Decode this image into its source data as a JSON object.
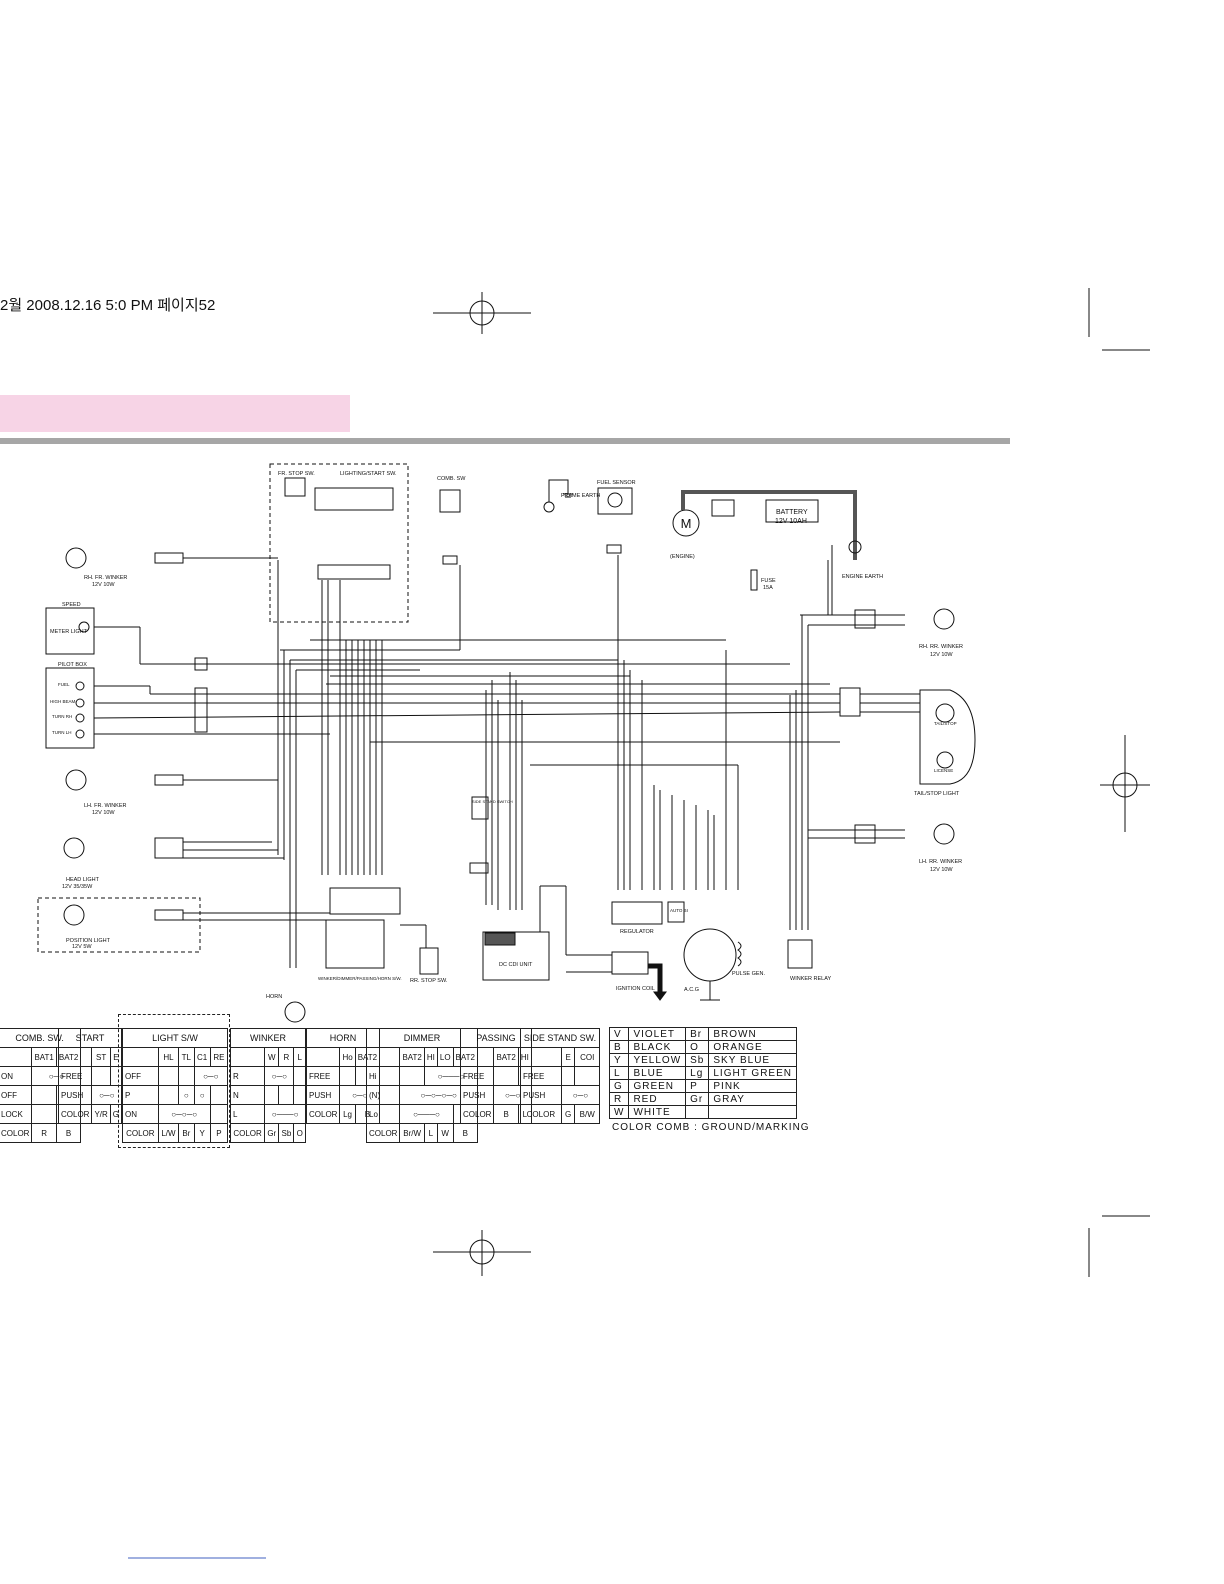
{
  "header": {
    "text": "2월  2008.12.16 5:0 PM 페이지52"
  },
  "labels": {
    "fr_stop_sw": "FR. STOP SW.",
    "lighting_start_sw": "LIGHTING/START SW.",
    "comb_sw": "COMB. SW",
    "frame_earth": "FRAME EARTH",
    "fuel_sensor": "FUEL SENSOR",
    "engine": "(ENGINE)",
    "motor_symbol": "M",
    "battery": "BATTERY",
    "battery_spec": "12V 10AH",
    "fuse": "FUSE",
    "fuse_spec": "15A",
    "engine_earth": "ENGINE EARTH",
    "rh_fr_winker": "RH. FR. WINKER",
    "rh_fr_winker_spec": "12V 10W",
    "speed": "SPEED",
    "meter_light": "METER LIGHT",
    "pilot_box": "PILOT BOX",
    "pilot_fuel": "FUEL",
    "pilot_high_beam": "HIGH BEAM",
    "pilot_turn_rh": "TURN RH",
    "pilot_turn_lh": "TURN LH",
    "lh_fr_winker": "LH. FR. WINKER",
    "lh_fr_winker_spec": "12V 10W",
    "head_light": "HEAD LIGHT",
    "head_light_spec": "12V 35/35W",
    "position_light": "POSITION LIGHT",
    "position_light_spec": "12V 5W",
    "horn": "HORN",
    "winker_sw_label": "WINKER/DIMMER/PASSING/HORN S/W.",
    "rr_stop_sw": "RR. STOP SW.",
    "side_stand_switch": "SIDE STAND SWITCH",
    "dc_cdi_unit": "DC CDI UNIT",
    "ignition_coil": "IGNITION COIL",
    "regulator": "REGULATOR",
    "auto_bi": "AUTO BI",
    "acg": "A.C.G",
    "pulse_gen": "PULSE GEN.",
    "winker_relay": "WINKER RELAY",
    "rh_rr_winker": "RH. RR. WINKER",
    "rh_rr_winker_spec": "12V 10W",
    "tail_stop": "TAIL/STOP",
    "license": "LICENSE",
    "tail_stop_light": "TAIL/STOP LIGHT",
    "lh_rr_winker": "LH. RR. WINKER",
    "lh_rr_winker_spec": "12V 10W"
  },
  "switch_tables": {
    "comb": {
      "title": "COMB. SW.",
      "cols": [
        "BAT1",
        "BAT2"
      ],
      "rows": [
        "ON",
        "OFF",
        "LOCK"
      ],
      "color_label": "COLOR",
      "colors": [
        "R",
        "B"
      ]
    },
    "start": {
      "title": "START",
      "cols": [
        "ST",
        "E"
      ],
      "rows": [
        "FREE",
        "PUSH"
      ],
      "color_label": "COLOR",
      "colors": [
        "Y/R",
        "G"
      ]
    },
    "light": {
      "title": "LIGHT S/W",
      "cols": [
        "HL",
        "TL",
        "C1",
        "RE"
      ],
      "rows": [
        "OFF",
        "P",
        "ON"
      ],
      "color_label": "COLOR",
      "colors": [
        "L/W",
        "Br",
        "Y",
        "P"
      ]
    },
    "winker": {
      "title": "WINKER",
      "cols": [
        "W",
        "R",
        "L"
      ],
      "rows": [
        "R",
        "N",
        "L"
      ],
      "color_label": "COLOR",
      "colors": [
        "Gr",
        "Sb",
        "O"
      ]
    },
    "horn": {
      "title": "HORN",
      "cols": [
        "Ho",
        "BAT2"
      ],
      "rows": [
        "FREE",
        "PUSH"
      ],
      "color_label": "COLOR",
      "colors": [
        "Lg",
        "B"
      ]
    },
    "dimmer": {
      "title": "DIMMER",
      "cols": [
        "BAT2",
        "HI",
        "LO",
        "BAT2"
      ],
      "rows": [
        "Hi",
        "(N)",
        "Lo"
      ],
      "color_label": "COLOR",
      "colors": [
        "Br/W",
        "L",
        "W",
        "B"
      ]
    },
    "passing": {
      "title": "PASSING",
      "cols": [
        "BAT2",
        "HI"
      ],
      "rows": [
        "FREE",
        "PUSH"
      ],
      "color_label": "COLOR",
      "colors": [
        "B",
        "L"
      ]
    },
    "sidestand": {
      "title": "SIDE STAND SW.",
      "cols": [
        "E",
        "COI"
      ],
      "rows": [
        "FREE",
        "PUSH"
      ],
      "color_label": "COLOR",
      "colors": [
        "G",
        "B/W"
      ]
    }
  },
  "color_codes": [
    {
      "code": "V",
      "name": "VIOLET",
      "code2": "Br",
      "name2": "BROWN"
    },
    {
      "code": "B",
      "name": "BLACK",
      "code2": "O",
      "name2": "ORANGE"
    },
    {
      "code": "Y",
      "name": "YELLOW",
      "code2": "Sb",
      "name2": "SKY BLUE"
    },
    {
      "code": "L",
      "name": "BLUE",
      "code2": "Lg",
      "name2": "LIGHT GREEN"
    },
    {
      "code": "G",
      "name": "GREEN",
      "code2": "P",
      "name2": "PINK"
    },
    {
      "code": "R",
      "name": "RED",
      "code2": "Gr",
      "name2": "GRAY"
    },
    {
      "code": "W",
      "name": "WHITE",
      "code2": "",
      "name2": ""
    }
  ],
  "color_comb_note": "COLOR COMB : GROUND/MARKING"
}
